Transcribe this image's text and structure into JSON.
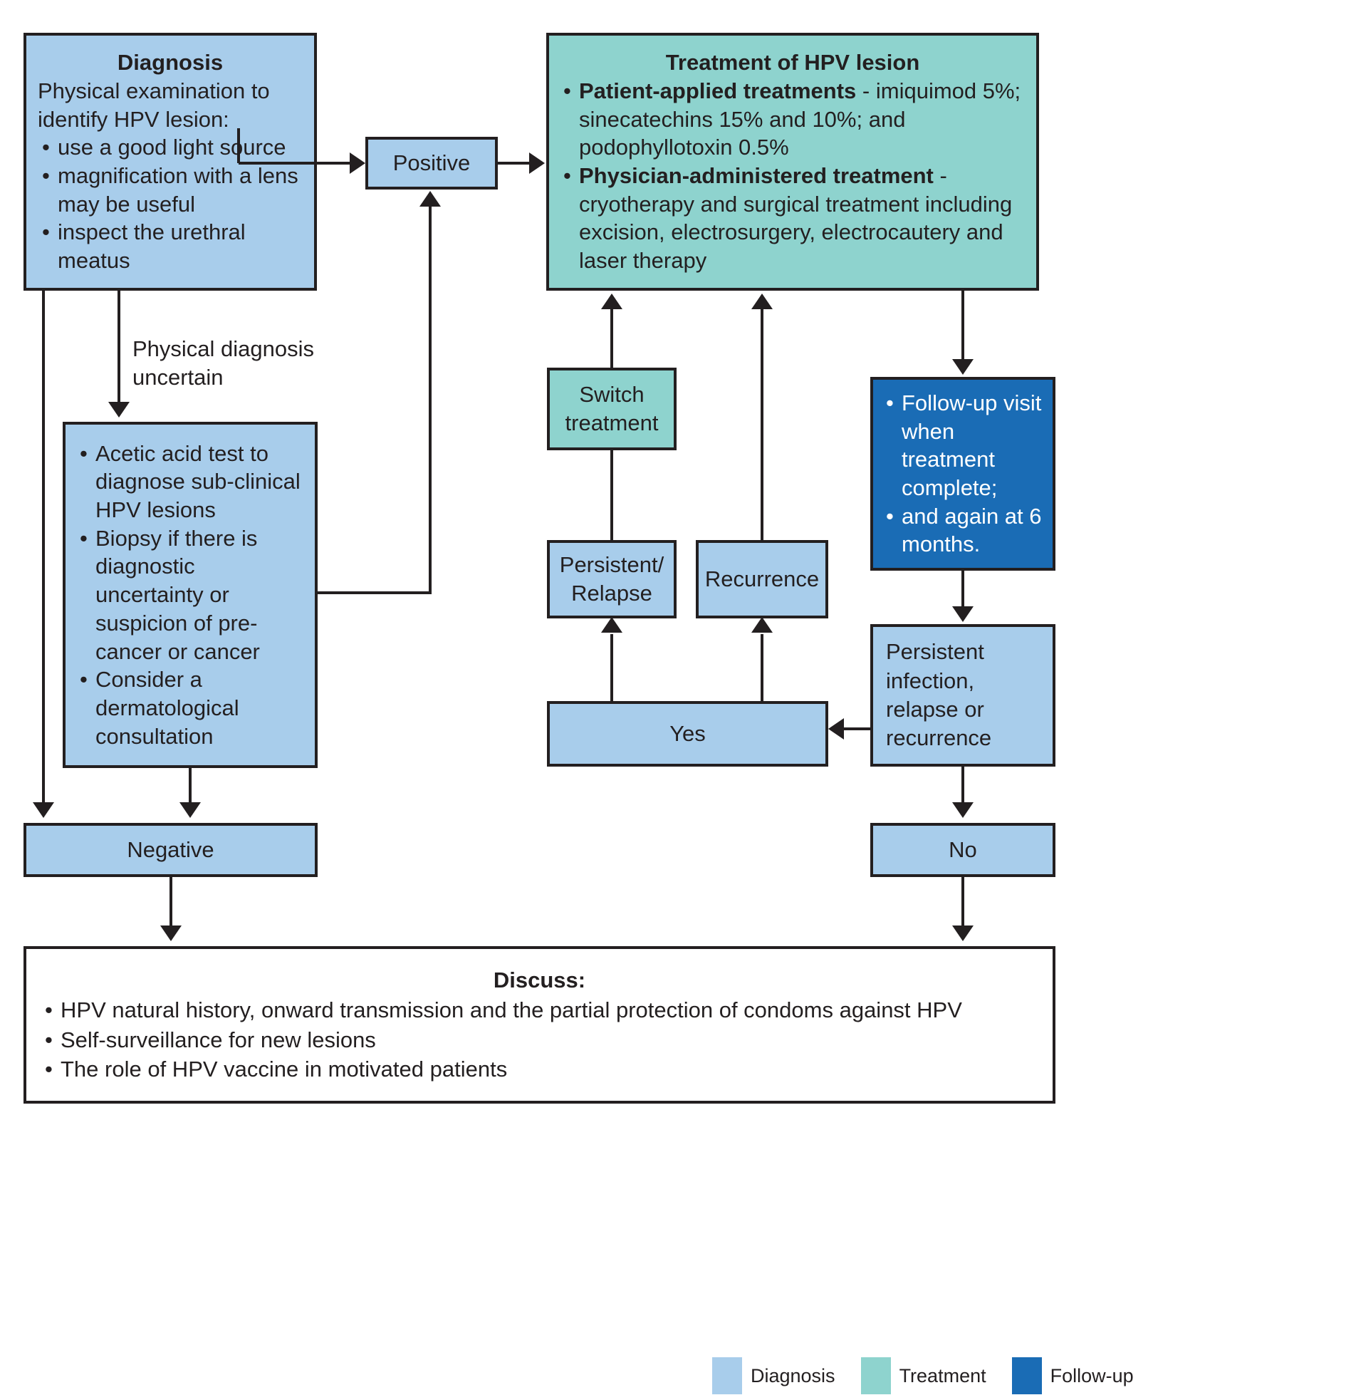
{
  "colors": {
    "diagnosis": "#a8cdeb",
    "treatment": "#8ed3ce",
    "followup": "#1a6cb5",
    "stroke": "#231f20",
    "text": "#231f20",
    "followup_text": "#ffffff"
  },
  "nodes": {
    "diagnosis": {
      "title": "Diagnosis",
      "lines": [
        "Physical examination to",
        "identify HPV lesion:"
      ],
      "bullets": [
        "use a good light source",
        "magnification with a lens may be useful",
        "inspect the urethral meatus"
      ]
    },
    "positive": {
      "label": "Positive"
    },
    "negative": {
      "label": "Negative"
    },
    "treatment": {
      "title": "Treatment of HPV lesion",
      "bullets": [
        {
          "bold": "Patient-applied treatments",
          "rest": " - imiquimod 5%; sinecatechins 15% and 10%; and podophyllotoxin 0.5%"
        },
        {
          "bold": "Physician-administered treatment",
          "rest": " - cryotherapy and surgical treatment including excision, electrosurgery, electrocautery and laser therapy"
        }
      ]
    },
    "acetic": {
      "bullets": [
        "Acetic acid test to diagnose sub-clinical HPV lesions",
        "Biopsy if there is diagnostic uncertainty or suspicion of pre-cancer or cancer",
        "Consider a dermatological consultation"
      ]
    },
    "switch_treatment": {
      "lines": [
        "Switch",
        "treatment"
      ]
    },
    "persistent_relapse": {
      "lines": [
        "Persistent/",
        "Relapse"
      ]
    },
    "recurrence": {
      "label": "Recurrence"
    },
    "yes": {
      "label": "Yes"
    },
    "no": {
      "label": "No"
    },
    "followup": {
      "bullets": [
        "Follow-up visit when treatment complete;",
        "and again at 6 months."
      ]
    },
    "persistent_infection": {
      "lines": [
        "Persistent",
        "infection,",
        "relapse or",
        "recurrence"
      ]
    },
    "discuss": {
      "title": "Discuss:",
      "bullets": [
        "HPV natural history, onward transmission and the partial protection of condoms against HPV",
        "Self-surveillance for new lesions",
        "The role of HPV vaccine in motivated patients"
      ]
    }
  },
  "edge_labels": {
    "uncertain": [
      "Physical diagnosis",
      "uncertain"
    ]
  },
  "legend": {
    "items": [
      {
        "label": "Diagnosis",
        "color": "#a8cdeb"
      },
      {
        "label": "Treatment",
        "color": "#8ed3ce"
      },
      {
        "label": "Follow-up",
        "color": "#1a6cb5"
      }
    ]
  }
}
